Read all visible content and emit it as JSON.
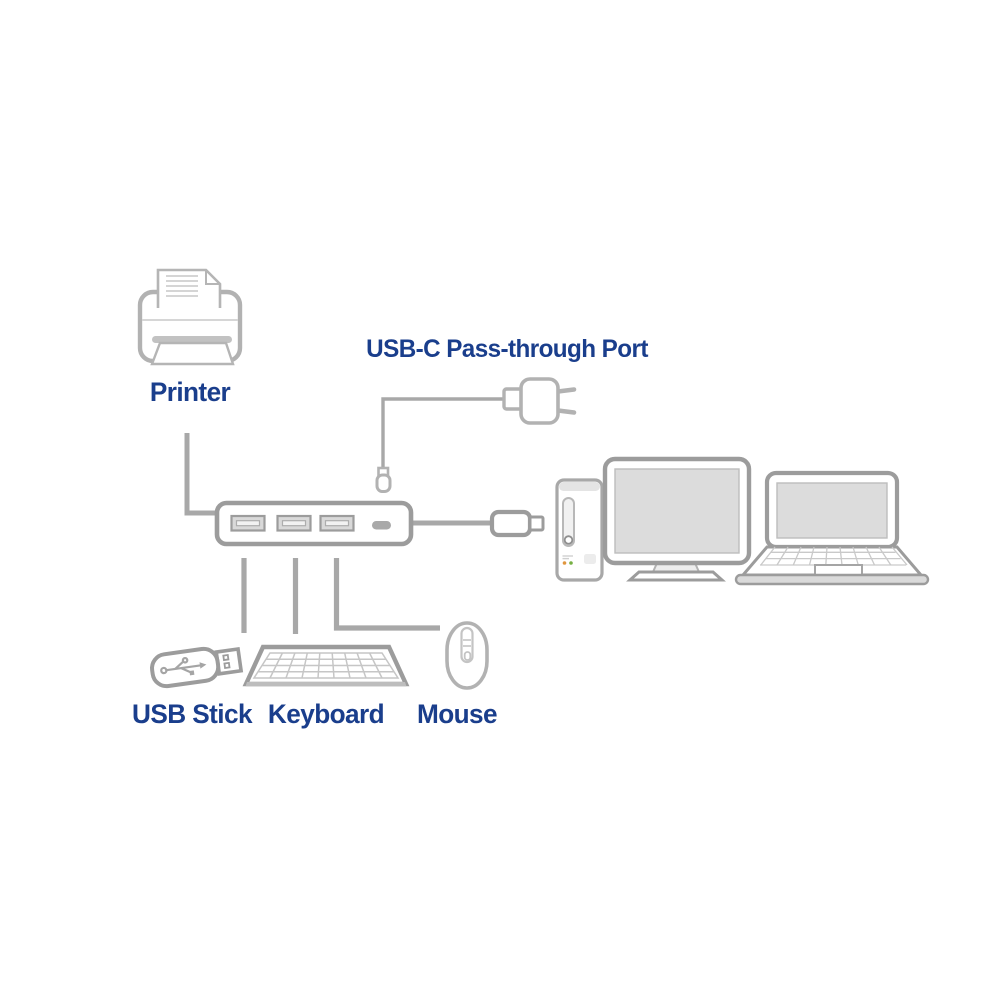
{
  "diagram": {
    "type": "usb-c-hub-connectivity-diagram",
    "labels": {
      "passthrough_port": "USB-C Pass-through Port",
      "printer": "Printer",
      "usb_stick": "USB Stick",
      "keyboard": "Keyboard",
      "mouse": "Mouse"
    },
    "colors": {
      "label_text": "#1a3e8c",
      "outline": "#9c9c9c",
      "outline_light": "#b2b2b2",
      "cable": "#a8a8a8",
      "screen_fill": "#dcdcdc",
      "port_fill": "#d9d9d9",
      "port_slot_fill": "#f2f2f2",
      "button_fill": "#a9a9a9",
      "detail_fill": "#e4e4e4",
      "led_orange": "#e0963e",
      "led_green": "#76b043"
    },
    "icons": [
      "printer-icon",
      "power-plug-icon",
      "usb-hub-icon",
      "usbc-connector-icon",
      "desktop-tower-icon",
      "monitor-icon",
      "laptop-icon",
      "usb-stick-icon",
      "keyboard-icon",
      "mouse-icon"
    ],
    "hub": {
      "usb_a_ports": 3,
      "has_power_button": true
    }
  }
}
